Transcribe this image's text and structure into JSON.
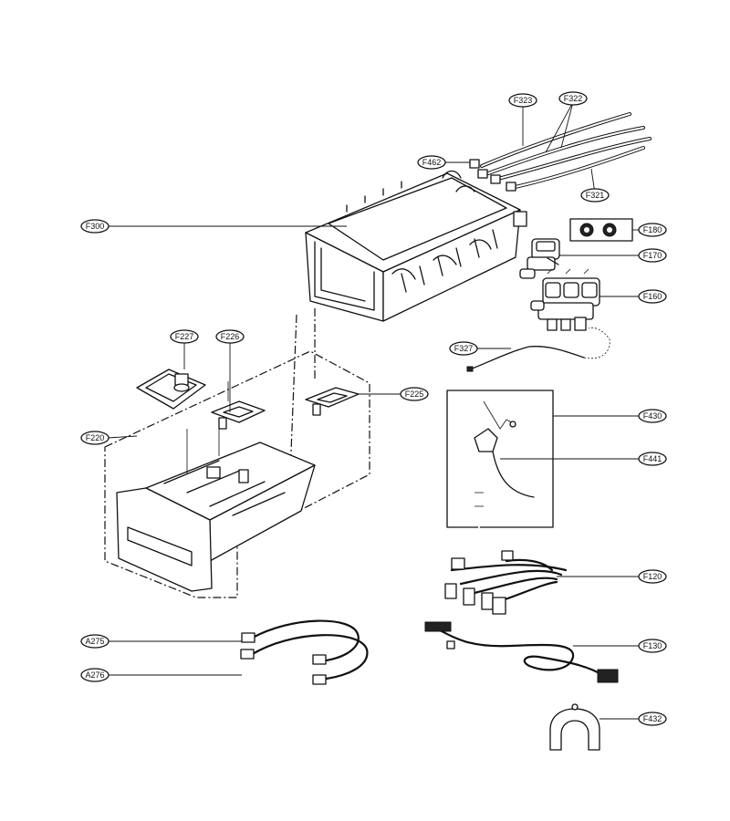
{
  "callouts": [
    {
      "id": "F323",
      "label": "F323"
    },
    {
      "id": "F322",
      "label": "F322"
    },
    {
      "id": "F462",
      "label": "F462"
    },
    {
      "id": "F321",
      "label": "F321"
    },
    {
      "id": "F300",
      "label": "F300"
    },
    {
      "id": "F180",
      "label": "F180"
    },
    {
      "id": "F170",
      "label": "F170"
    },
    {
      "id": "F160",
      "label": "F160"
    },
    {
      "id": "F327",
      "label": "F327"
    },
    {
      "id": "F227",
      "label": "F227"
    },
    {
      "id": "F226",
      "label": "F226"
    },
    {
      "id": "F225",
      "label": "F225"
    },
    {
      "id": "F220",
      "label": "F220"
    },
    {
      "id": "F430",
      "label": "F430"
    },
    {
      "id": "F441",
      "label": "F441"
    },
    {
      "id": "F120",
      "label": "F120"
    },
    {
      "id": "A275",
      "label": "A275"
    },
    {
      "id": "A276",
      "label": "A276"
    },
    {
      "id": "F130",
      "label": "F130"
    },
    {
      "id": "F432",
      "label": "F432"
    }
  ]
}
